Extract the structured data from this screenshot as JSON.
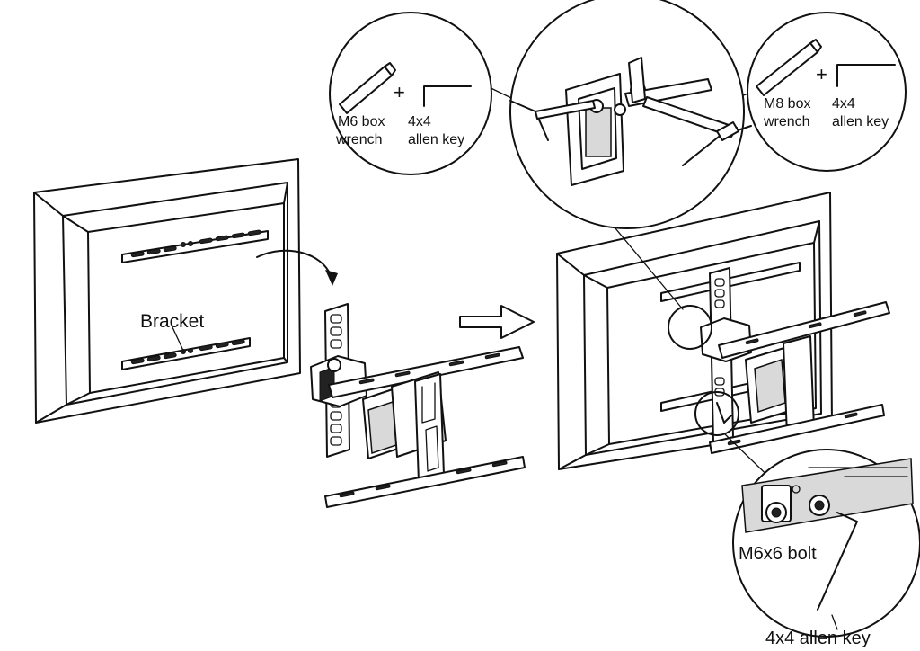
{
  "labels": {
    "bracket": "Bracket",
    "m6_box_wrench": [
      "M6 box",
      "wrench"
    ],
    "m6_allen_key": [
      "4x4",
      "allen key"
    ],
    "m8_box_wrench": [
      "M8 box",
      "wrench"
    ],
    "m8_allen_key": [
      "4x4",
      "allen key"
    ],
    "plus": "+",
    "bolt": "M6x6 bolt",
    "bottom_allen_key": "4x4 allen key"
  },
  "colors": {
    "line": "#111111",
    "background": "#ffffff",
    "shade": "#d9d9d9"
  },
  "icons": [
    "box-wrench-icon",
    "allen-key-icon",
    "bolt-icon",
    "arrow-right-icon",
    "curved-arrow-icon"
  ]
}
